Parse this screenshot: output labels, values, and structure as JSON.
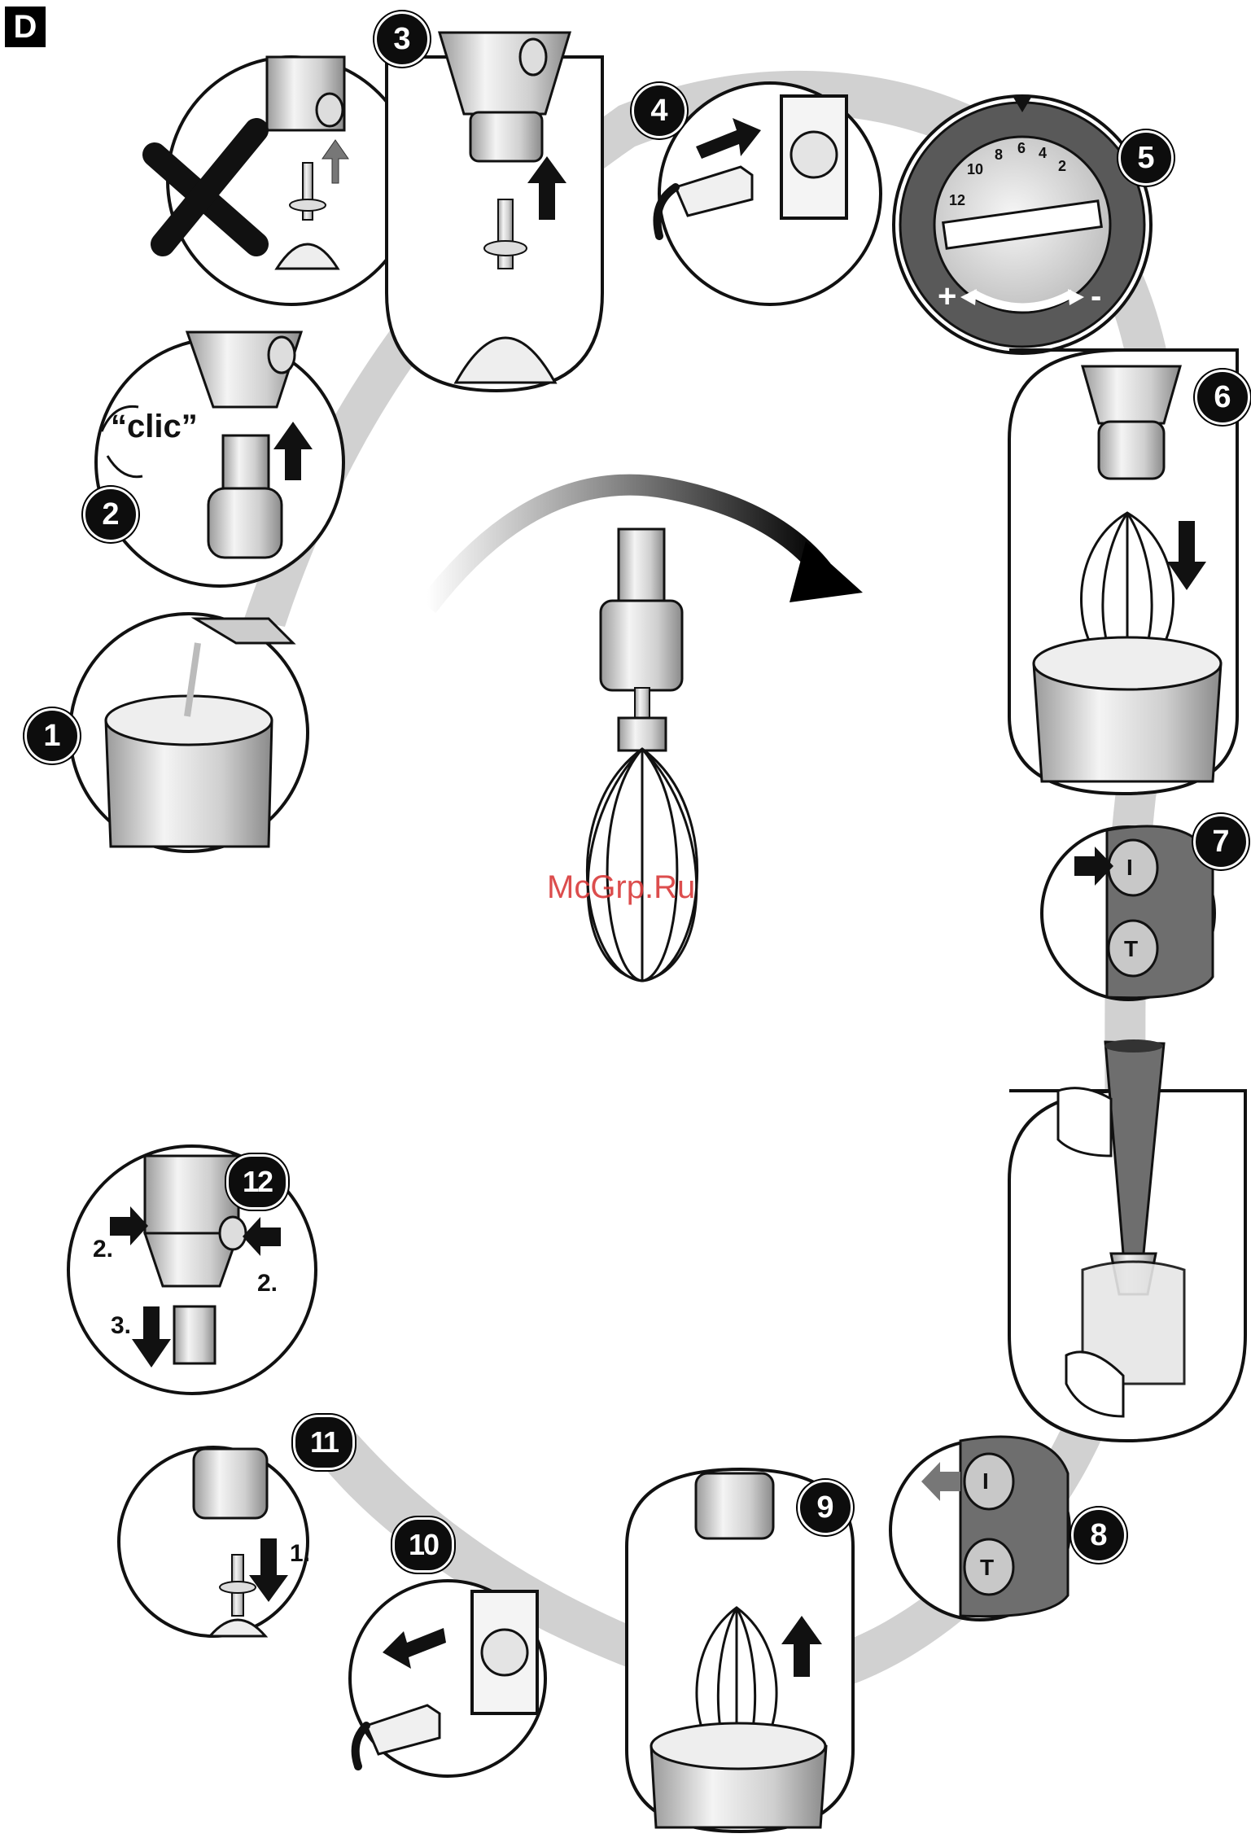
{
  "section": "D",
  "watermark": "McGrp.Ru",
  "callout_text": "“clic”",
  "steps": [
    "1",
    "2",
    "3",
    "4",
    "5",
    "6",
    "7",
    "8",
    "9",
    "10",
    "11",
    "12"
  ],
  "dial_scale": [
    "12",
    "10",
    "8",
    "6",
    "4",
    "2"
  ],
  "button_labels": {
    "on": "I",
    "turbo": "T"
  },
  "dial_marks": {
    "plus": "+",
    "minus": "-"
  },
  "sequence_labels": {
    "one": "1.",
    "two": "2.",
    "three": "3."
  },
  "colors": {
    "ink": "#111111",
    "shadow_band": "#c4c4c4",
    "panel_fill": "#ffffff",
    "handle": "#6e6e6e",
    "watermark": "#d93a3a"
  }
}
